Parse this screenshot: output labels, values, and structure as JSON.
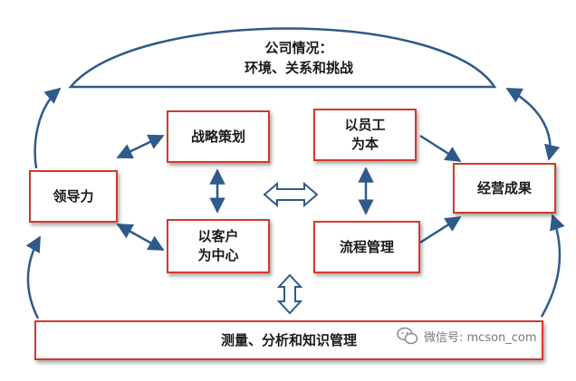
{
  "context": {
    "title": "公司情况：\n环境、关系和挑战"
  },
  "boxes": {
    "leadership": "领导力",
    "strategy": "战略策划",
    "customer": "以客户\n为中心",
    "employee": "以员工\n为本",
    "process": "流程管理",
    "results": "经营成果",
    "measurement": "测量、分析和知识管理"
  },
  "watermark": {
    "text": "微信号: mcson_com",
    "icon": "wechat-icon"
  },
  "colors": {
    "border": "#d23a2b",
    "arrow": "#2f5a8a"
  }
}
